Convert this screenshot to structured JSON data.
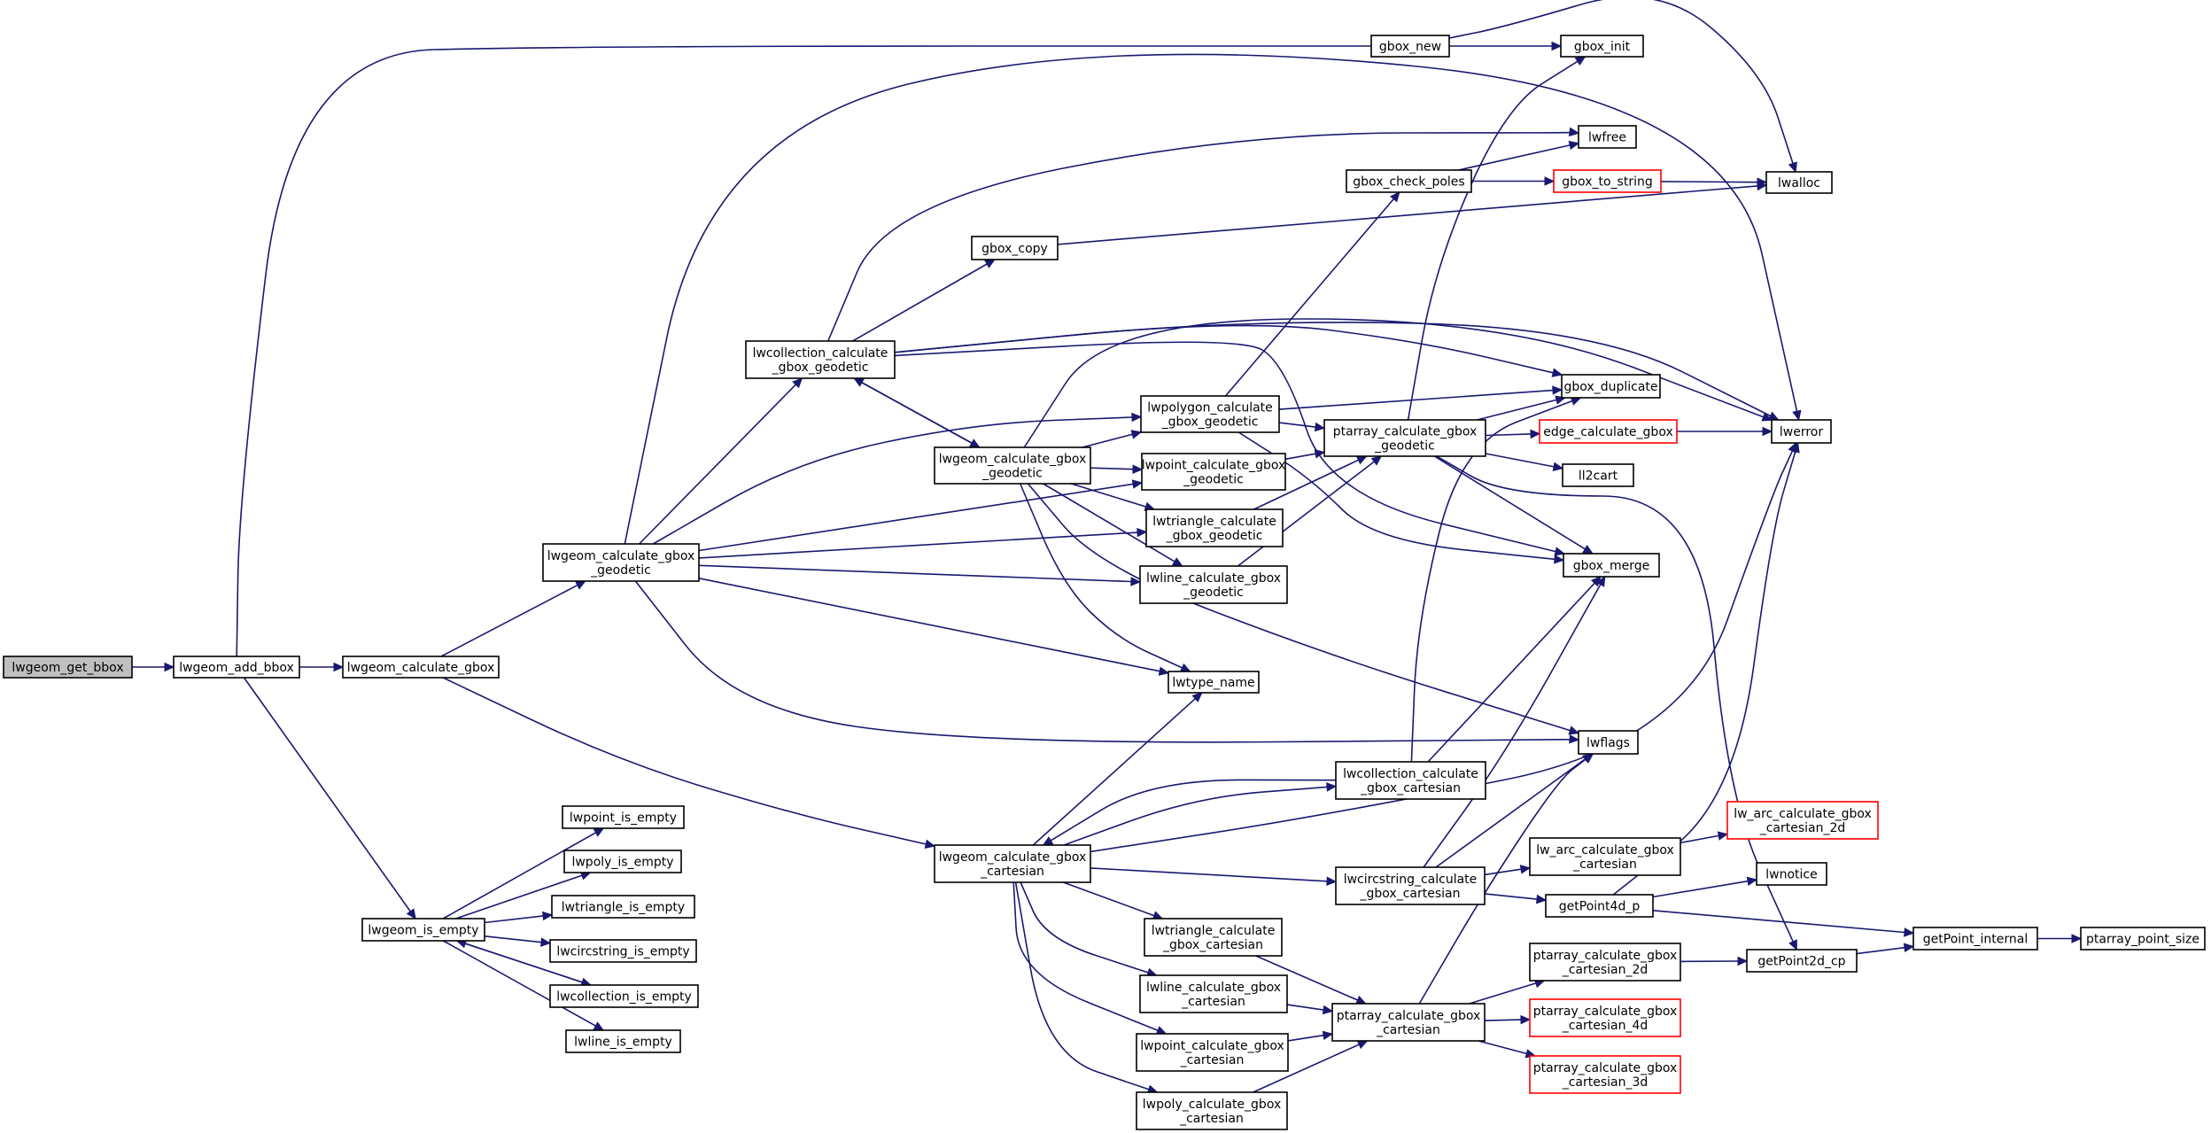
{
  "colors": {
    "edge": "#191970",
    "node_border": "#000000",
    "node_border_truncated": "#ff0000",
    "root_fill": "#bfbfbf"
  },
  "nodes": [
    {
      "id": "lwgeom_get_bbox",
      "lines": [
        "lwgeom_get_bbox"
      ],
      "root": true
    },
    {
      "id": "lwgeom_add_bbox",
      "lines": [
        "lwgeom_add_bbox"
      ]
    },
    {
      "id": "lwgeom_calculate_gbox",
      "lines": [
        "lwgeom_calculate_gbox"
      ]
    },
    {
      "id": "gbox_new",
      "lines": [
        "gbox_new"
      ]
    },
    {
      "id": "gbox_init",
      "lines": [
        "gbox_init"
      ]
    },
    {
      "id": "lwalloc",
      "lines": [
        "lwalloc"
      ]
    },
    {
      "id": "lwerror",
      "lines": [
        "lwerror"
      ]
    },
    {
      "id": "lwfree",
      "lines": [
        "lwfree"
      ]
    },
    {
      "id": "gbox_check_poles",
      "lines": [
        "gbox_check_poles"
      ]
    },
    {
      "id": "gbox_to_string",
      "lines": [
        "gbox_to_string"
      ],
      "truncated": true
    },
    {
      "id": "gbox_copy",
      "lines": [
        "gbox_copy"
      ]
    },
    {
      "id": "lwcollection_calculate_gbox_geodetic",
      "lines": [
        "lwcollection_calculate",
        "_gbox_geodetic"
      ]
    },
    {
      "id": "gbox_duplicate",
      "lines": [
        "gbox_duplicate"
      ]
    },
    {
      "id": "lwpolygon_calculate_gbox_geodetic",
      "lines": [
        "lwpolygon_calculate",
        "_gbox_geodetic"
      ]
    },
    {
      "id": "ptarray_calculate_gbox_geodetic",
      "lines": [
        "ptarray_calculate_gbox",
        "_geodetic"
      ]
    },
    {
      "id": "edge_calculate_gbox",
      "lines": [
        "edge_calculate_gbox"
      ],
      "truncated": true
    },
    {
      "id": "lwgeom_calculate_gbox_geodetic_inner",
      "lines": [
        "lwgeom_calculate_gbox",
        "_geodetic"
      ]
    },
    {
      "id": "lwpoint_calculate_gbox_geodetic",
      "lines": [
        "lwpoint_calculate_gbox",
        "_geodetic"
      ]
    },
    {
      "id": "ll2cart",
      "lines": [
        "ll2cart"
      ]
    },
    {
      "id": "lwtriangle_calculate_gbox_geodetic",
      "lines": [
        "lwtriangle_calculate",
        "_gbox_geodetic"
      ]
    },
    {
      "id": "lwgeom_calculate_gbox_geodetic",
      "lines": [
        "lwgeom_calculate_gbox",
        "_geodetic"
      ]
    },
    {
      "id": "gbox_merge",
      "lines": [
        "gbox_merge"
      ]
    },
    {
      "id": "lwline_calculate_gbox_geodetic",
      "lines": [
        "lwline_calculate_gbox",
        "_geodetic"
      ]
    },
    {
      "id": "lwtype_name",
      "lines": [
        "lwtype_name"
      ]
    },
    {
      "id": "lwflags",
      "lines": [
        "lwflags"
      ]
    },
    {
      "id": "lwcollection_calculate_gbox_cartesian",
      "lines": [
        "lwcollection_calculate",
        "_gbox_cartesian"
      ]
    },
    {
      "id": "lw_arc_calculate_gbox_cartesian_2d",
      "lines": [
        "lw_arc_calculate_gbox",
        "_cartesian_2d"
      ],
      "truncated": true
    },
    {
      "id": "lwpoint_is_empty",
      "lines": [
        "lwpoint_is_empty"
      ]
    },
    {
      "id": "lw_arc_calculate_gbox_cartesian",
      "lines": [
        "lw_arc_calculate_gbox",
        "_cartesian"
      ]
    },
    {
      "id": "lwpoly_is_empty",
      "lines": [
        "lwpoly_is_empty"
      ]
    },
    {
      "id": "lwgeom_calculate_gbox_cartesian",
      "lines": [
        "lwgeom_calculate_gbox",
        "_cartesian"
      ]
    },
    {
      "id": "lwcircstring_calculate_gbox_cartesian",
      "lines": [
        "lwcircstring_calculate",
        "_gbox_cartesian"
      ]
    },
    {
      "id": "lwnotice",
      "lines": [
        "lwnotice"
      ]
    },
    {
      "id": "lwtriangle_is_empty",
      "lines": [
        "lwtriangle_is_empty"
      ]
    },
    {
      "id": "getPoint4d_p",
      "lines": [
        "getPoint4d_p"
      ]
    },
    {
      "id": "lwgeom_is_empty",
      "lines": [
        "lwgeom_is_empty"
      ]
    },
    {
      "id": "lwtriangle_calculate_gbox_cartesian",
      "lines": [
        "lwtriangle_calculate",
        "_gbox_cartesian"
      ]
    },
    {
      "id": "getPoint_internal",
      "lines": [
        "getPoint_internal"
      ]
    },
    {
      "id": "ptarray_point_size",
      "lines": [
        "ptarray_point_size"
      ]
    },
    {
      "id": "lwcircstring_is_empty",
      "lines": [
        "lwcircstring_is_empty"
      ]
    },
    {
      "id": "ptarray_calculate_gbox_cartesian_2d",
      "lines": [
        "ptarray_calculate_gbox",
        "_cartesian_2d"
      ]
    },
    {
      "id": "getPoint2d_cp",
      "lines": [
        "getPoint2d_cp"
      ]
    },
    {
      "id": "lwcollection_is_empty",
      "lines": [
        "lwcollection_is_empty"
      ]
    },
    {
      "id": "lwline_calculate_gbox_cartesian",
      "lines": [
        "lwline_calculate_gbox",
        "_cartesian"
      ]
    },
    {
      "id": "ptarray_calculate_gbox_cartesian_4d",
      "lines": [
        "ptarray_calculate_gbox",
        "_cartesian_4d"
      ],
      "truncated": true
    },
    {
      "id": "ptarray_calculate_gbox_cartesian",
      "lines": [
        "ptarray_calculate_gbox",
        "_cartesian"
      ]
    },
    {
      "id": "lwline_is_empty",
      "lines": [
        "lwline_is_empty"
      ]
    },
    {
      "id": "lwpoint_calculate_gbox_cartesian",
      "lines": [
        "lwpoint_calculate_gbox",
        "_cartesian"
      ]
    },
    {
      "id": "ptarray_calculate_gbox_cartesian_3d",
      "lines": [
        "ptarray_calculate_gbox",
        "_cartesian_3d"
      ],
      "truncated": true
    },
    {
      "id": "lwpoly_calculate_gbox_cartesian",
      "lines": [
        "lwpoly_calculate_gbox",
        "_cartesian"
      ]
    }
  ]
}
